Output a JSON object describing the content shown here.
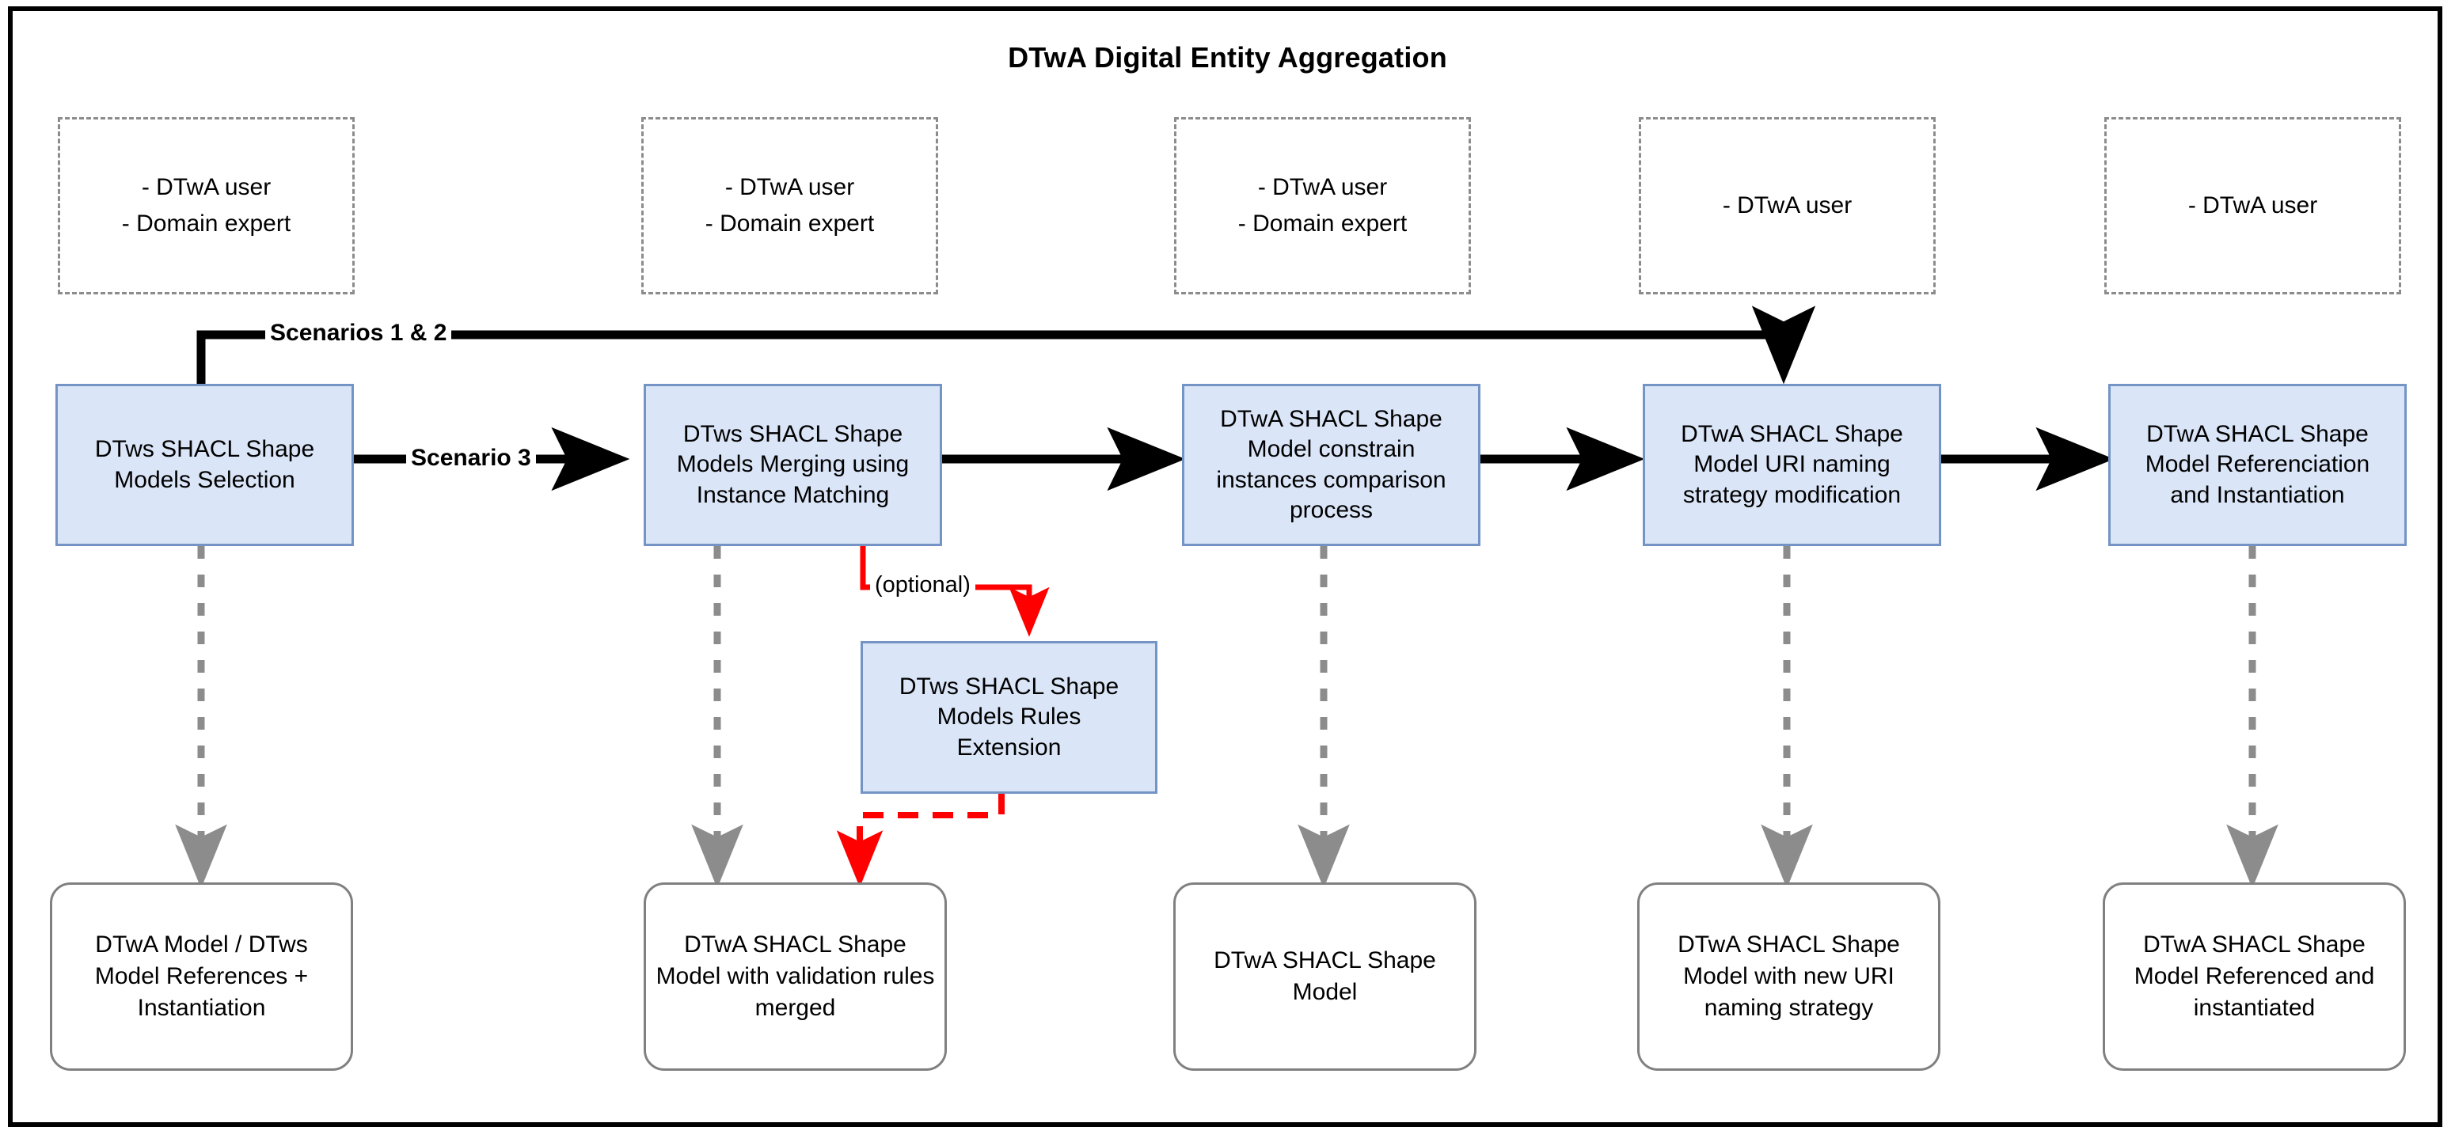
{
  "diagram": {
    "title": "DTwA Digital Entity Aggregation",
    "colors": {
      "process_fill": "#dae5f7",
      "process_border": "#7394c4",
      "artifact_border": "#808080",
      "role_border": "#8c8c8c",
      "flow_arrow": "#000000",
      "optional_arrow": "#ff0000",
      "output_arrow": "#8c8c8c",
      "frame": "#000000"
    }
  },
  "roles": [
    {
      "id": "role-1",
      "lines": [
        "- DTwA user",
        "- Domain expert"
      ]
    },
    {
      "id": "role-2",
      "lines": [
        "- DTwA user",
        "- Domain expert"
      ]
    },
    {
      "id": "role-3",
      "lines": [
        "- DTwA user",
        "- Domain expert"
      ]
    },
    {
      "id": "role-4",
      "lines": [
        "- DTwA user"
      ]
    },
    {
      "id": "role-5",
      "lines": [
        "- DTwA user"
      ]
    }
  ],
  "processes": [
    {
      "id": "process-1",
      "lines": [
        "DTws SHACL Shape",
        "Models Selection"
      ]
    },
    {
      "id": "process-2",
      "lines": [
        "DTws SHACL Shape",
        "Models Merging using",
        "Instance Matching"
      ]
    },
    {
      "id": "process-3",
      "lines": [
        "DTwA SHACL Shape",
        "Model constrain",
        "instances comparison",
        "process"
      ]
    },
    {
      "id": "process-4",
      "lines": [
        "DTwA SHACL Shape",
        "Model URI naming",
        "strategy modification"
      ]
    },
    {
      "id": "process-5",
      "lines": [
        "DTwA SHACL Shape",
        "Model Referenciation",
        "and Instantiation"
      ]
    }
  ],
  "optional_process": {
    "id": "process-optional",
    "lines": [
      "DTws SHACL Shape",
      "Models Rules",
      "Extension"
    ]
  },
  "artifacts": [
    {
      "id": "artifact-1",
      "lines": [
        "DTwA Model / DTws",
        "Model References +",
        "Instantiation"
      ]
    },
    {
      "id": "artifact-2",
      "lines": [
        "DTwA SHACL Shape",
        "Model with validation",
        "rules merged"
      ]
    },
    {
      "id": "artifact-3",
      "lines": [
        "DTwA SHACL Shape",
        "Model"
      ]
    },
    {
      "id": "artifact-4",
      "lines": [
        "DTwA SHACL Shape",
        "Model with new URI",
        "naming strategy"
      ]
    },
    {
      "id": "artifact-5",
      "lines": [
        "DTwA SHACL Shape",
        "Model Referenced",
        "and instantiated"
      ]
    }
  ],
  "edge_labels": {
    "scenarios_1_2": "Scenarios 1 & 2",
    "scenario_3": "Scenario 3",
    "optional": "(optional)"
  }
}
